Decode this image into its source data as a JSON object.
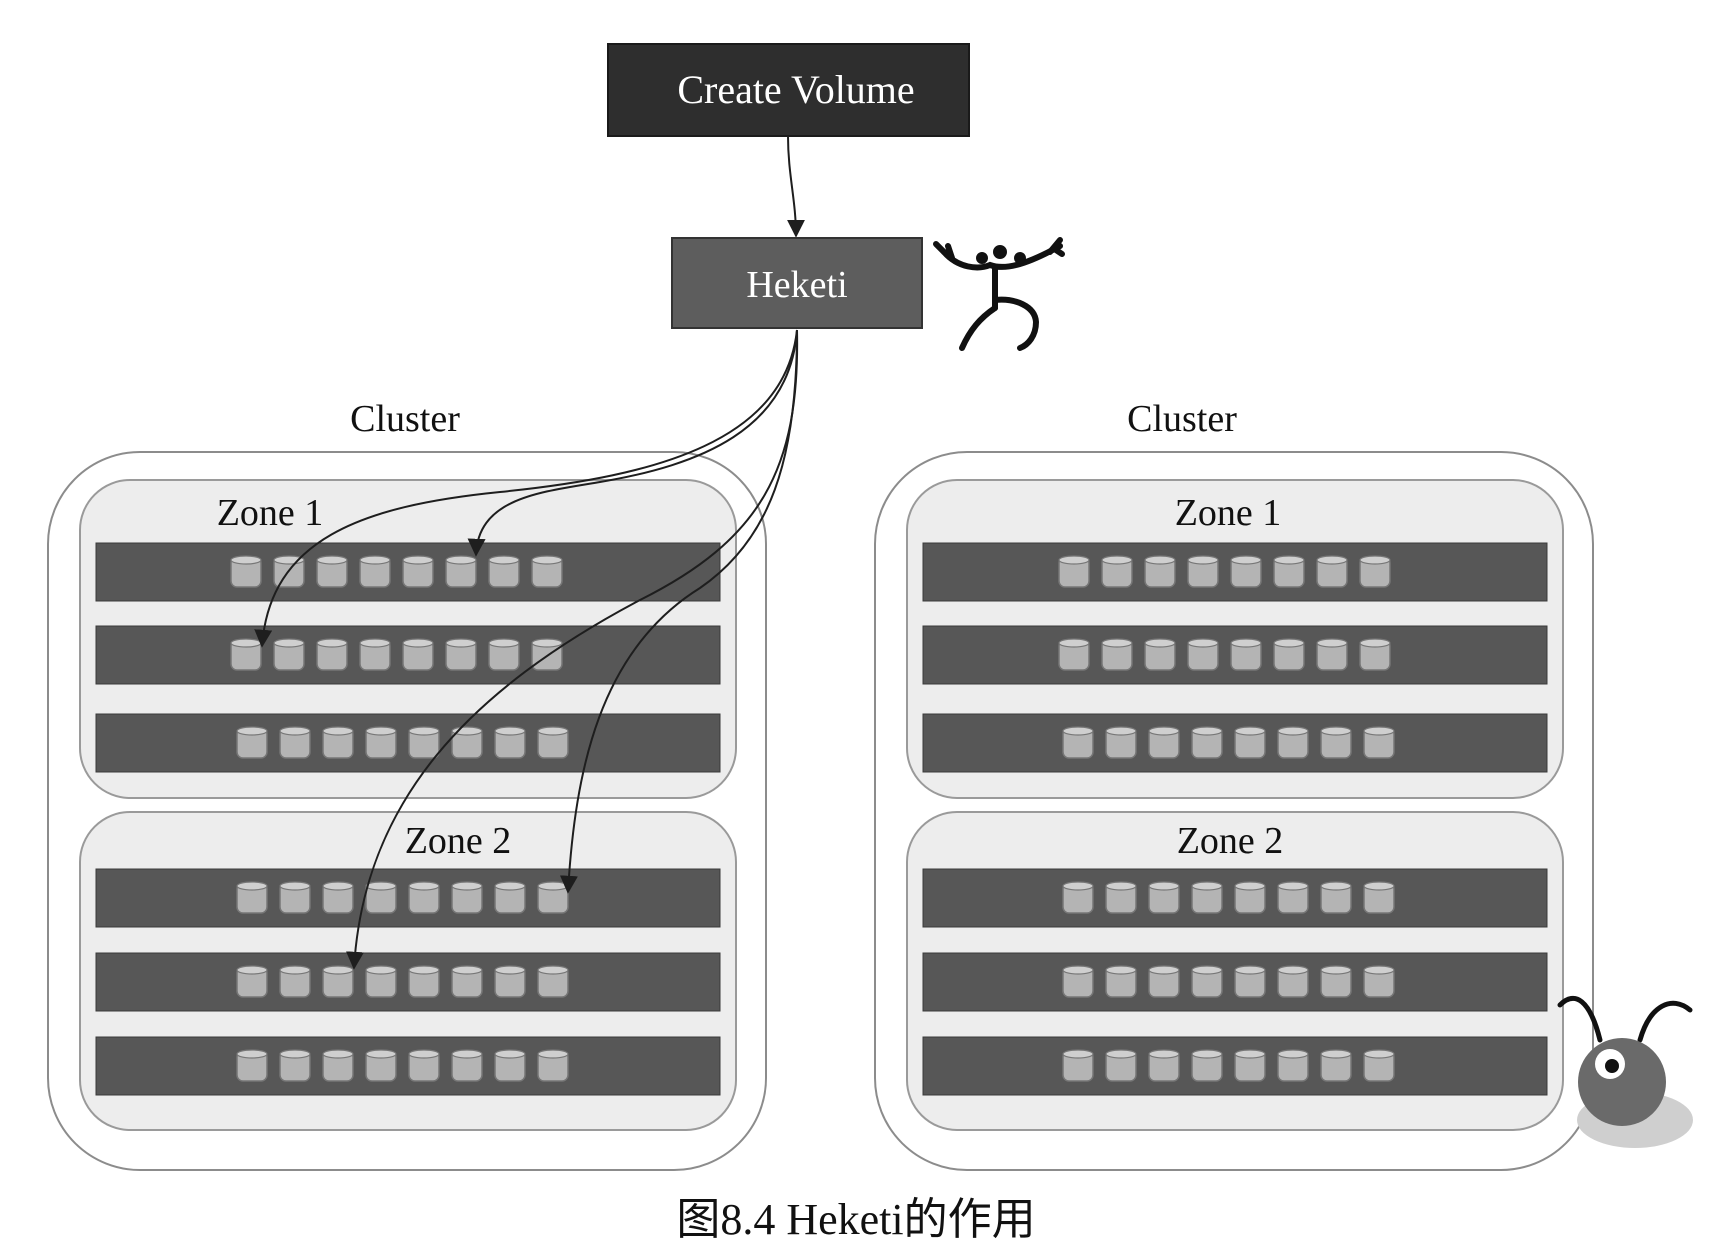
{
  "diagram": {
    "create_label": "Create Volume",
    "heketi_label": "Heketi",
    "clusters": [
      {
        "label": "Cluster",
        "zones": [
          {
            "label": "Zone 1"
          },
          {
            "label": "Zone 2"
          }
        ]
      },
      {
        "label": "Cluster",
        "zones": [
          {
            "label": "Zone 1"
          },
          {
            "label": "Zone 2"
          }
        ]
      }
    ],
    "disks_per_server": 8,
    "servers_per_zone": 3,
    "caption": "图8.4    Heketi的作用",
    "icons": {
      "logo": "heketi-logo-icon",
      "mascot": "ant-mascot-icon"
    },
    "colors": {
      "dark_box": "#2e2e2e",
      "heketi_box": "#5d5d5d",
      "server": "#575757",
      "disk": "#b4b4b4",
      "zone_bg": "#ededed"
    }
  }
}
